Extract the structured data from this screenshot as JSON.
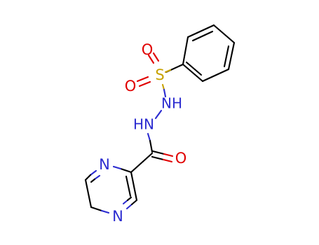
{
  "molecule": {
    "atoms": {
      "sulfur": "S",
      "oxygen_s_top": "O",
      "oxygen_s_left": "O",
      "nh_upper": "NH",
      "hn_lower": "HN",
      "oxygen_carbonyl": "O",
      "nitrogen_ring_1": "N",
      "nitrogen_ring_4": "N"
    },
    "colors": {
      "sulfur": "#c8a200",
      "oxygen": "#e00000",
      "nitrogen": "#2b2bd0",
      "carbon_bond": "#000000"
    }
  }
}
